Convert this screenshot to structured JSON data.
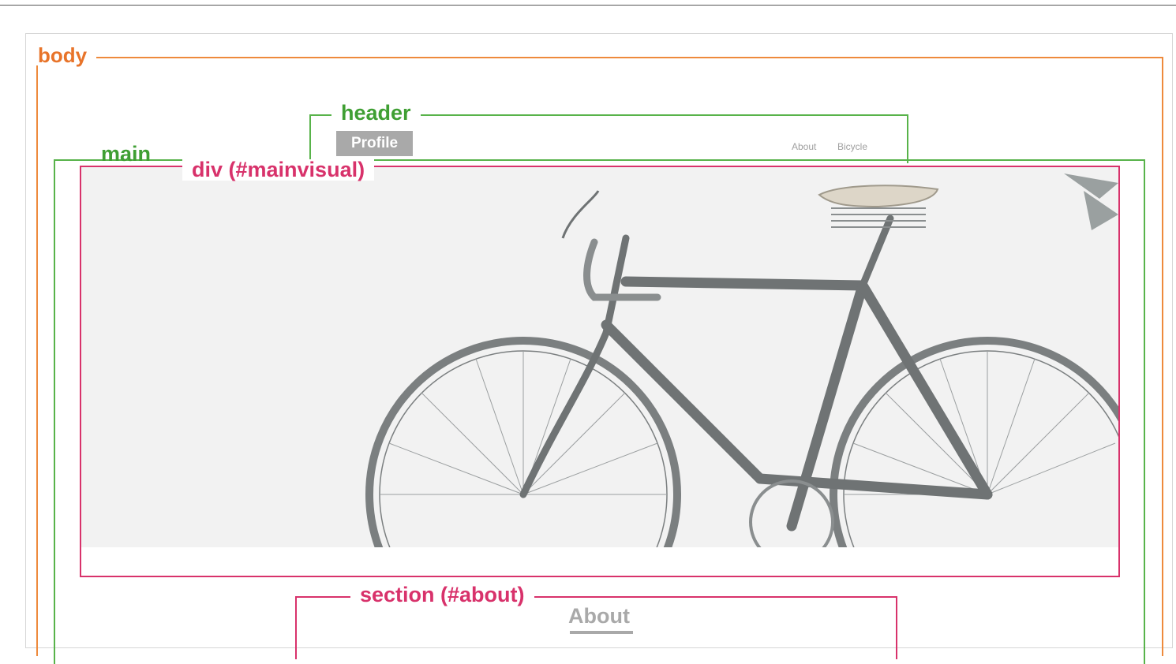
{
  "labels": {
    "body": "body",
    "header": "header",
    "main": "main",
    "mainvisual": "div (#mainvisual)",
    "about_section": "section (#about)"
  },
  "header": {
    "logo": "Profile",
    "nav": [
      "About",
      "Bicycle"
    ]
  },
  "about": {
    "title": "About"
  },
  "colors": {
    "body_outline": "#ee8a3c",
    "header_main_outline": "#58b34a",
    "div_section_outline": "#d8326b",
    "placeholder_gray": "#a9a9a9"
  }
}
